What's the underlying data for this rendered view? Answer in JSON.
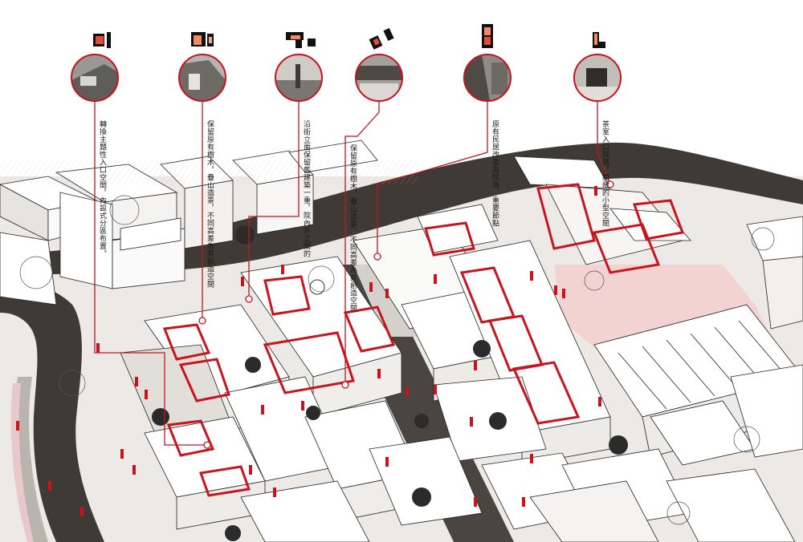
{
  "colors": {
    "accent": "#c8141c",
    "road": "#4a4541",
    "paper": "#ffffff",
    "ground": "#d9d6d2",
    "pink_zone": "#f2cfcf",
    "line": "#222222"
  },
  "annotations": [
    {
      "id": "a1",
      "text": "轉換主題性入口空間，內設式分區布置。",
      "icon": "building-plan-glyph"
    },
    {
      "id": "a2",
      "text": "保留原有樹木，疊山造景，不同高差為其創造空間",
      "icon": "building-plan-glyph"
    },
    {
      "id": "a3",
      "text": "沿街立面保留舊建築一重，院內外之間的",
      "icon": "building-plan-glyph"
    },
    {
      "id": "a4",
      "text": "保留原有樹木，疊山造景，不同高差為其創造空間",
      "icon": "building-plan-glyph"
    },
    {
      "id": "a5",
      "text": "原有民居改造為院落，重要節點",
      "icon": "building-plan-glyph"
    },
    {
      "id": "a6",
      "text": "茶室入口院落，開敞的小型空間",
      "icon": "building-plan-glyph"
    }
  ]
}
